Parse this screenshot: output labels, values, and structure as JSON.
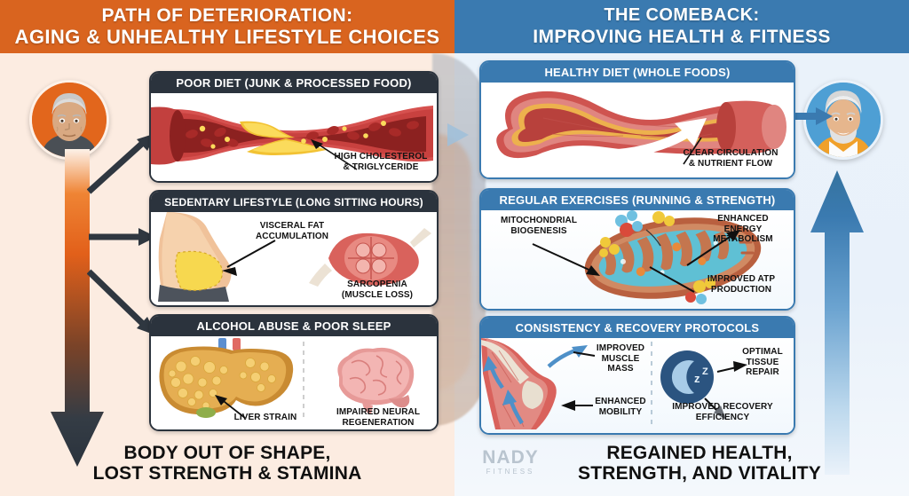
{
  "headers": {
    "left": {
      "line1": "PATH OF DETERIORATION:",
      "line2": "AGING & UNHEALTHY LIFESTYLE CHOICES",
      "color": "#d9641f"
    },
    "right": {
      "line1": "THE COMEBACK:",
      "line2": "IMPROVING HEALTH & FITNESS",
      "color": "#3a7ab0"
    }
  },
  "avatars": {
    "left": {
      "alt": "older-unhealthy-man-avatar",
      "bg": "#e2661c"
    },
    "right": {
      "alt": "older-fit-smiling-man-avatar",
      "bg": "#4e9fd4"
    }
  },
  "panels": {
    "poor_diet": {
      "title": "POOR DIET (JUNK & PROCESSED FOOD)",
      "illustration": "clogged-artery-cross-section",
      "labels": [
        {
          "text_line1": "HIGH CHOLESTEROL",
          "text_line2": "& TRIGLYCERIDE"
        }
      ]
    },
    "sedentary": {
      "title": "SEDENTARY LIFESTYLE (LONG SITTING HOURS)",
      "illustration": "belly-fat-and-atrophied-muscle",
      "labels": [
        {
          "text_line1": "VISCERAL FAT",
          "text_line2": "ACCUMULATION"
        },
        {
          "text_line1": "SARCOPENIA",
          "text_line2": "(MUSCLE LOSS)"
        }
      ]
    },
    "alcohol": {
      "title": "ALCOHOL ABUSE & POOR SLEEP",
      "illustration": "fatty-liver-and-brain",
      "labels": [
        {
          "text_line1": "LIVER STRAIN",
          "text_line2": ""
        },
        {
          "text_line1": "IMPAIRED NEURAL",
          "text_line2": "REGENERATION"
        }
      ]
    },
    "healthy_diet": {
      "title": "HEALTHY DIET (WHOLE FOODS)",
      "illustration": "clear-open-artery",
      "labels": [
        {
          "text_line1": "CLEAR CIRCULATION",
          "text_line2": "& NUTRIENT FLOW"
        }
      ]
    },
    "exercises": {
      "title": "REGULAR EXERCISES (RUNNING & STRENGTH)",
      "illustration": "mitochondrion-with-molecules",
      "labels": [
        {
          "text_line1": "MITOCHONDRIAL",
          "text_line2": "BIOGENESIS"
        },
        {
          "text_line1": "ENHANCED",
          "text_line2": "ENERGY",
          "text_line3": "METABOLISM"
        },
        {
          "text_line1": "IMPROVED ATP",
          "text_line2": "PRODUCTION"
        }
      ]
    },
    "recovery": {
      "title": "CONSISTENCY & RECOVERY PROTOCOLS",
      "illustration": "leg-muscle-and-sleep-moon",
      "labels": [
        {
          "text_line1": "IMPROVED",
          "text_line2": "MUSCLE MASS"
        },
        {
          "text_line1": "ENHANCED",
          "text_line2": "MOBILITY"
        },
        {
          "text_line1": "OPTIMAL",
          "text_line2": "TISSUE",
          "text_line3": "REPAIR"
        },
        {
          "text_line1": "IMPROVED RECOVERY",
          "text_line2": "EFFICIENCY"
        }
      ]
    }
  },
  "footers": {
    "left": {
      "line1": "BODY OUT OF SHAPE,",
      "line2": "LOST STRENGTH & STAMINA"
    },
    "right": {
      "line1": "REGAINED HEALTH,",
      "line2": "STRENGTH, AND VITALITY"
    }
  },
  "logo": {
    "word1": "NADY",
    "word2": "FITNESS",
    "color": "#b9c4cf"
  },
  "arrows": {
    "left_main": {
      "direction": "down",
      "gradient_from": "#e8701f",
      "gradient_to": "#2b333d"
    },
    "right_main": {
      "direction": "up",
      "gradient_from": "#cfe3f2",
      "gradient_to": "#3a7ab0"
    },
    "left_branches": 3
  }
}
